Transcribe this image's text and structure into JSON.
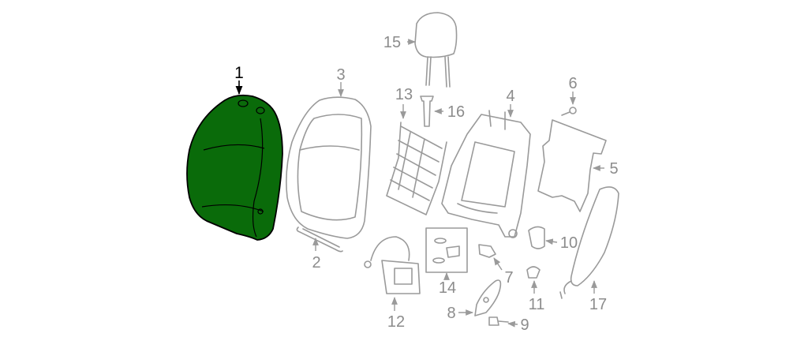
{
  "diagram": {
    "highlighted_part": "1",
    "highlight_color": "#0a6b0a",
    "line_color": "#9a9a9a",
    "label_color": "#8c8c8c",
    "callouts": [
      {
        "id": "callout-1",
        "text": "1"
      },
      {
        "id": "callout-2",
        "text": "2"
      },
      {
        "id": "callout-3",
        "text": "3"
      },
      {
        "id": "callout-4",
        "text": "4"
      },
      {
        "id": "callout-5",
        "text": "5"
      },
      {
        "id": "callout-6",
        "text": "6"
      },
      {
        "id": "callout-7",
        "text": "7"
      },
      {
        "id": "callout-8",
        "text": "8"
      },
      {
        "id": "callout-9",
        "text": "9"
      },
      {
        "id": "callout-10",
        "text": "10"
      },
      {
        "id": "callout-11",
        "text": "11"
      },
      {
        "id": "callout-12",
        "text": "12"
      },
      {
        "id": "callout-13",
        "text": "13"
      },
      {
        "id": "callout-14",
        "text": "14"
      },
      {
        "id": "callout-15",
        "text": "15"
      },
      {
        "id": "callout-16",
        "text": "16"
      },
      {
        "id": "callout-17",
        "text": "17"
      }
    ]
  }
}
